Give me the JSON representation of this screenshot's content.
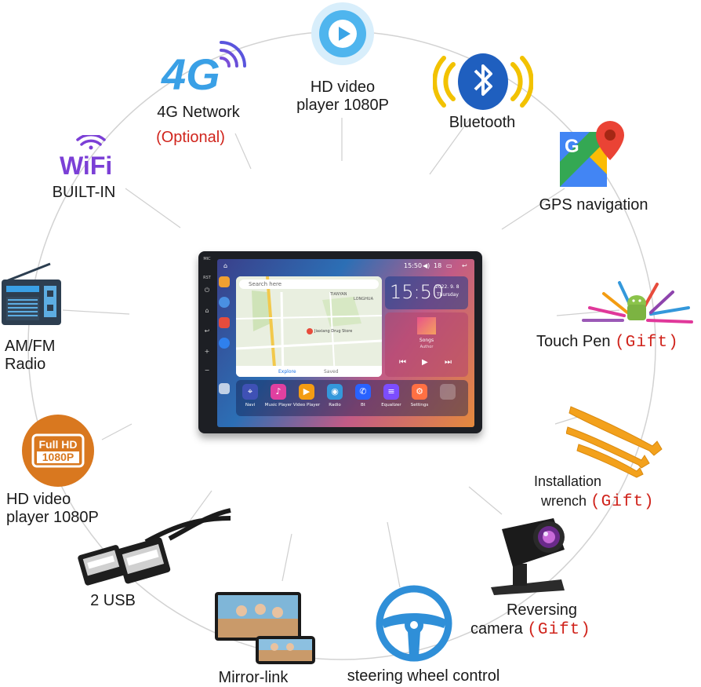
{
  "features": {
    "hd_video_top": "HD video\nplayer 1080P",
    "network": "4G Network",
    "network_note": "(Optional)",
    "bluetooth": "Bluetooth",
    "wifi_label": "BUILT-IN",
    "gps": "GPS navigation",
    "radio": "AM/FM\nRadio",
    "touch_pen": "Touch Pen",
    "hd_video_left": "HD video\nplayer 1080P",
    "install_1": "Installation",
    "install_2": "wrench",
    "usb": "2 USB",
    "reversing_1": "Reversing",
    "reversing_2": "camera",
    "mirror": "Mirror-link",
    "steering": "steering wheel control",
    "gift": "(Gift)"
  },
  "logos": {
    "four_g": "4G",
    "wifi": "WiFi",
    "full_hd_top": "Full HD",
    "full_hd_bottom": "1080P"
  },
  "screen": {
    "side_top": "MIC",
    "side_rst": "RST",
    "status_time": "15:50",
    "status_volume": "18",
    "search_placeholder": "Search here",
    "map_place_1": "TIANYAN",
    "map_place_2": "LONGHUA",
    "map_place_3": "Jiaxiang Drug Store",
    "map_tab_1": "Explore",
    "map_tab_2": "Saved",
    "clock_time": "15:50",
    "clock_date": "2022. 9. 8",
    "clock_day": "Thursday",
    "song_title": "Songs",
    "song_author": "Author",
    "dock_apps": [
      "Navi",
      "Music Player",
      "Video Player",
      "Radio",
      "Bt",
      "Equalizer",
      "Settings"
    ]
  },
  "colors": {
    "ring": "#c8c8c8",
    "gift": "#d0241c",
    "four_g_blue": "#3aa0e6",
    "wifi_purple": "#7b3fd6",
    "bt_blue": "#1f5fbf",
    "bt_yellow": "#f2c200",
    "hd_orange": "#d9781f",
    "wrench_orange": "#f3a11c",
    "steering_blue": "#2f8fd8"
  },
  "icons": [
    "play-icon",
    "four-g-logo",
    "bluetooth-icon",
    "wifi-logo",
    "google-maps-icon",
    "radio-icon",
    "touch-pen-icon",
    "full-hd-badge",
    "pry-tools-icon",
    "usb-cable-icon",
    "reversing-camera-icon",
    "mirror-link-icon",
    "steering-wheel-icon"
  ]
}
